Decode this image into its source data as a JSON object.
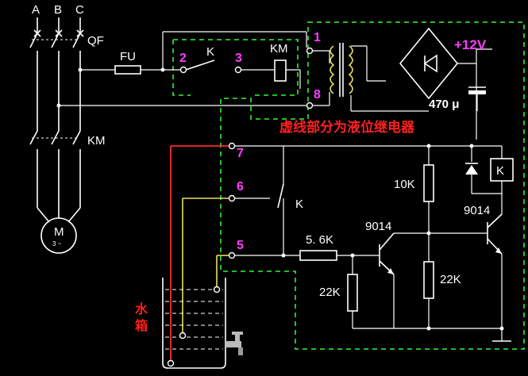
{
  "title_note": "虚线部分为液位继电器",
  "phases": [
    "A",
    "B",
    "C"
  ],
  "labels": {
    "qf": "QF",
    "fu": "FU",
    "k_top": "K",
    "km_coil": "KM",
    "km_contact": "KM",
    "motor_m": "M",
    "motor_sub": "3 ~",
    "supply": "+12V",
    "cap": "470 μ",
    "r_10k": "10K",
    "r_5_6k": "5. 6K",
    "r_22k_left": "22K",
    "r_22k_right": "22K",
    "q1": "9014",
    "q2": "9014",
    "k_relay": "K",
    "k_contact": "K",
    "tank_line1": "水",
    "tank_line2": "箱"
  },
  "terminals": {
    "t1": "1",
    "t2": "2",
    "t3": "3",
    "t5": "5",
    "t6": "6",
    "t7": "7",
    "t8": "8"
  }
}
